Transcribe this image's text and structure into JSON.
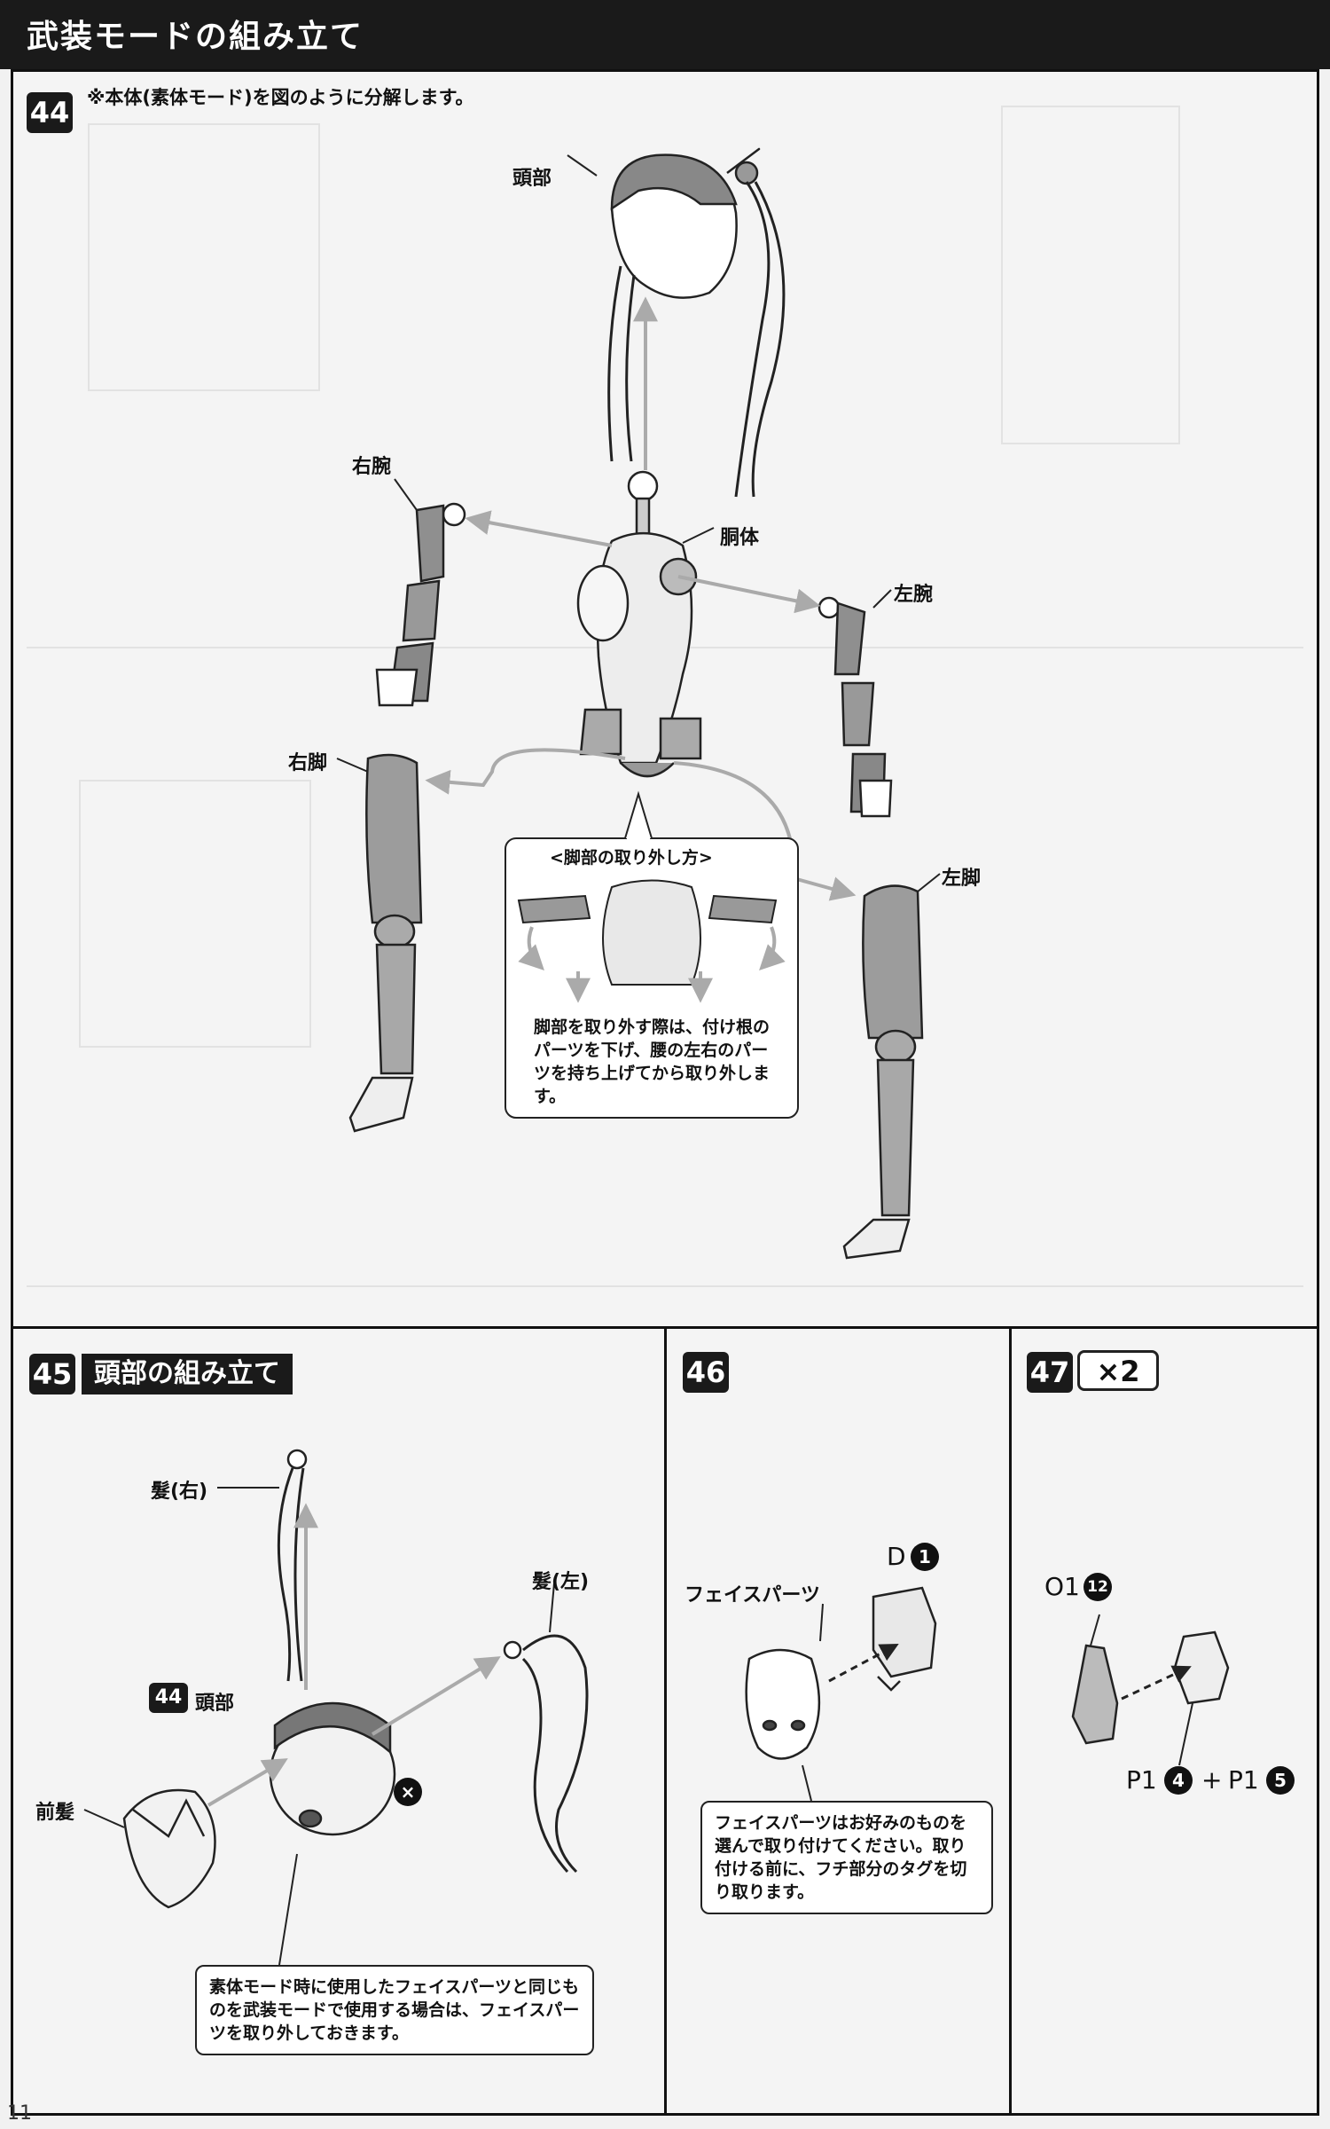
{
  "section_title": "武装モードの組み立て",
  "step44": {
    "number": "44",
    "instruction": "※本体(素体モード)を図のように分解します。",
    "labels": {
      "head": "頭部",
      "right_arm": "右腕",
      "torso": "胴体",
      "left_arm": "左腕",
      "right_leg": "右脚",
      "left_leg": "左脚"
    },
    "callout": {
      "title": "<脚部の取り外し方>",
      "text": "脚部を取り外す際は、付け根のパーツを下げ、腰の左右のパーツを持ち上げてから取り外します。"
    }
  },
  "step45": {
    "number": "45",
    "title": "頭部の組み立て",
    "labels": {
      "hair_right": "髮(右)",
      "hair_left": "髮(左)",
      "head_ref_num": "44",
      "head": "頭部",
      "bangs": "前髪"
    },
    "note": "素体モード時に使用したフェイスパーツと同じものを武装モードで使用する場合は、フェイスパーツを取り外しておきます。"
  },
  "step46": {
    "number": "46",
    "labels": {
      "face_parts": "フェイスパーツ",
      "part_d": "D",
      "part_d_num": "1"
    },
    "note": "フェイスパーツはお好みのものを選んで取り付けてください。取り付ける前に、フチ部分のタグを切り取ります。"
  },
  "step47": {
    "number": "47",
    "multiplier": "×2",
    "labels": {
      "part_o": "O1",
      "part_o_num": "12",
      "part_p1": "P1",
      "part_p1_num": "4",
      "plus": "+",
      "part_p2": "P1",
      "part_p2_num": "5"
    }
  },
  "page_number": "11"
}
